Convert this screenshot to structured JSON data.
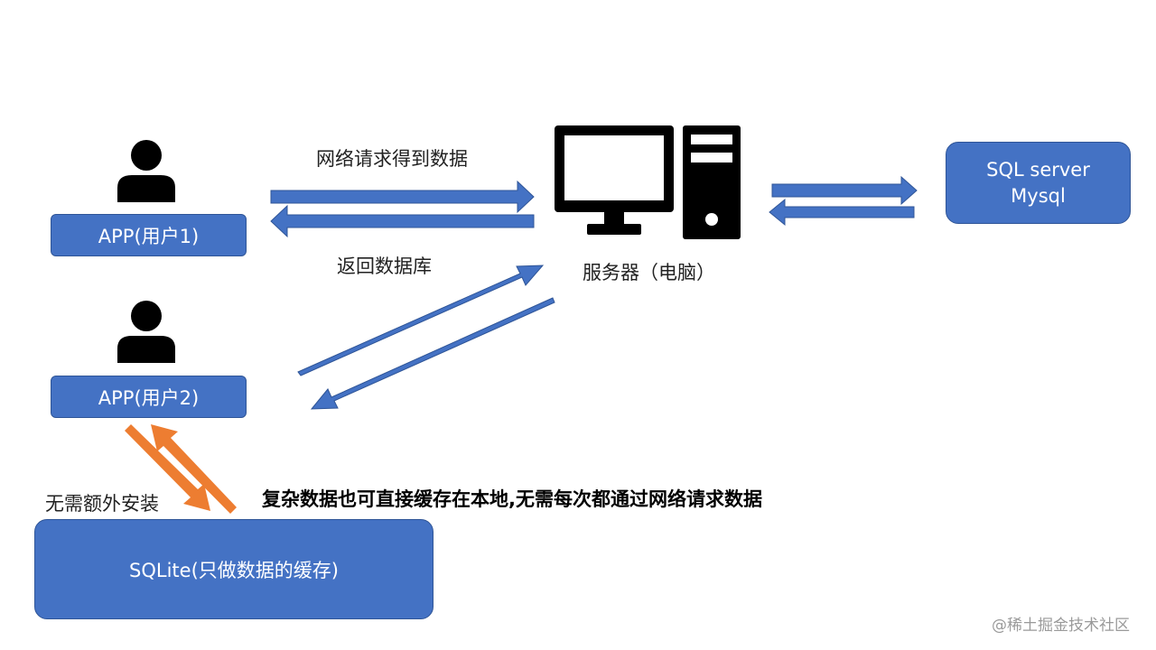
{
  "colors": {
    "box_fill": "#4472c4",
    "box_border": "#2f5597",
    "blue_arrow": "#4472c4",
    "blue_arrow_border": "#2f5597",
    "orange_arrow": "#ed7d31",
    "icon": "#000000"
  },
  "icons": {
    "user1": "person-icon",
    "user2": "person-icon",
    "server": "desktop-computer-icon"
  },
  "nodes": {
    "app1": "APP(用户1)",
    "app2": "APP(用户2)",
    "server": "服务器（电脑）",
    "database_line1": "SQL server",
    "database_line2": "Mysql",
    "sqlite": "SQLite(只做数据的缓存)"
  },
  "labels": {
    "request": "网络请求得到数据",
    "return": "返回数据库",
    "no_install": "无需额外安装",
    "cache_note": "复杂数据也可直接缓存在本地,无需每次都通过网络请求数据"
  },
  "watermark": "@稀土掘金技术社区"
}
